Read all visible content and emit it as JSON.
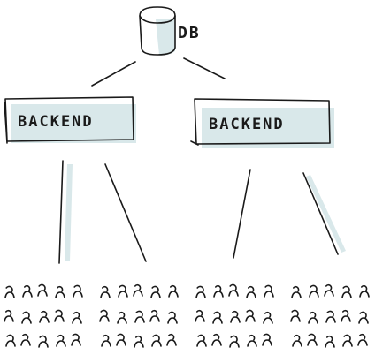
{
  "database": {
    "label": "DB"
  },
  "backends": [
    {
      "label": "BACKEND"
    },
    {
      "label": "BACKEND"
    }
  ],
  "users": {
    "groups": 4,
    "rows": 3,
    "per_row": 5
  }
}
